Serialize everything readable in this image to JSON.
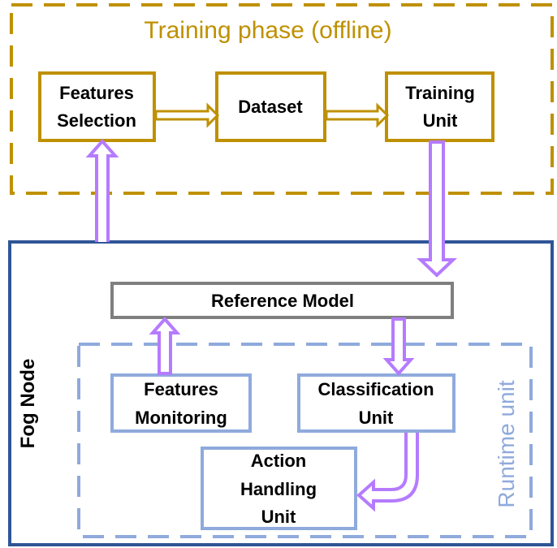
{
  "colors": {
    "gold": "#BF9000",
    "navy": "#2F5597",
    "lightblue": "#8FAADC",
    "gray": "#7F7F7F",
    "arrow": "#B57BFF"
  },
  "training_phase": {
    "title": "Training phase (offline)",
    "features_selection": [
      "Features",
      "Selection"
    ],
    "dataset": "Dataset",
    "training_unit": [
      "Training",
      "Unit"
    ]
  },
  "fog_node": {
    "label": "Fog Node",
    "reference_model": "Reference Model",
    "runtime_unit": {
      "label": "Runtime unit",
      "features_monitoring": [
        "Features",
        "Monitoring"
      ],
      "classification_unit": [
        "Classification",
        "Unit"
      ],
      "action_handling_unit": [
        "Action",
        "Handling",
        "Unit"
      ]
    }
  }
}
